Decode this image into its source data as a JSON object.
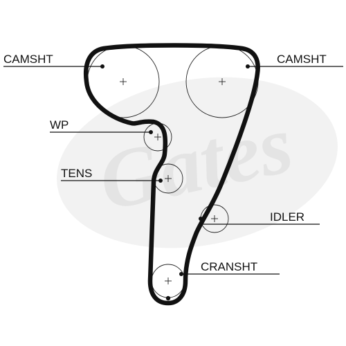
{
  "labels": {
    "camshaft_left": "CAMSHT",
    "camshaft_right": "CAMSHT",
    "water_pump": "WP",
    "tensioner": "TENS",
    "idler": "IDLER",
    "crankshaft": "CRANSHT"
  },
  "watermark": {
    "text": "Gates"
  },
  "colors": {
    "belt": "#111111",
    "text": "#111111",
    "watermark": "#e9e9e9"
  }
}
